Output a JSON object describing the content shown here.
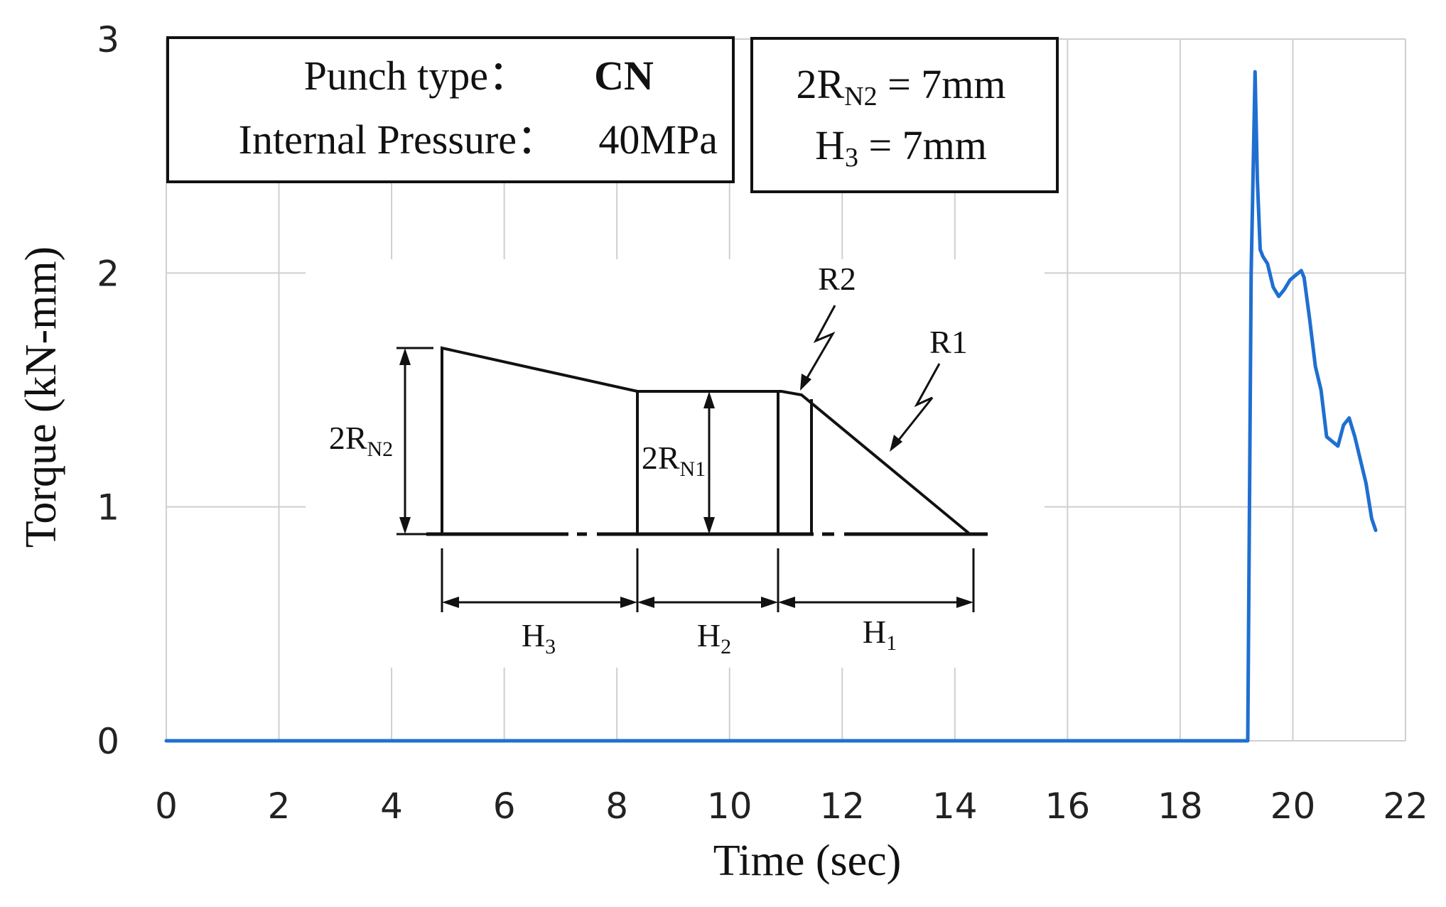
{
  "chart_data": {
    "type": "line",
    "title": "",
    "xlabel": "Time (sec)",
    "ylabel": "Torque (kN-mm)",
    "xlim": [
      0,
      22
    ],
    "ylim": [
      0,
      3
    ],
    "xticks": [
      "0",
      "2",
      "4",
      "6",
      "8",
      "10",
      "12",
      "14",
      "16",
      "18",
      "20",
      "22"
    ],
    "yticks": [
      "0",
      "1",
      "2",
      "3"
    ],
    "grid": true,
    "series": [
      {
        "color": "#1f6fd1",
        "x": [
          0,
          19.2,
          19.26,
          19.33,
          19.37,
          19.42,
          19.47,
          19.55,
          19.65,
          19.75,
          19.85,
          19.95,
          20.05,
          20.15,
          20.2,
          20.3,
          20.4,
          20.5,
          20.6,
          20.7,
          20.8,
          20.9,
          21.0,
          21.1,
          21.2,
          21.3,
          21.4,
          21.47
        ],
        "y": [
          0,
          0,
          2.0,
          2.86,
          2.4,
          2.1,
          2.07,
          2.04,
          1.94,
          1.9,
          1.93,
          1.97,
          1.99,
          2.01,
          1.98,
          1.8,
          1.6,
          1.5,
          1.3,
          1.28,
          1.26,
          1.35,
          1.38,
          1.3,
          1.2,
          1.1,
          0.95,
          0.9
        ]
      }
    ],
    "annotations": {
      "box1": {
        "line1_label": "Punch type：",
        "line1_value": "CN",
        "line2_label": "Internal Pressure：",
        "line2_value": "40MPa"
      },
      "box2": {
        "line1_a": "2R",
        "line1_sub": "N2",
        "line1_b": " = 7mm",
        "line2_a": "H",
        "line2_sub": "3",
        "line2_b": " = 7mm"
      },
      "inset": {
        "r2": "R2",
        "r1": "R1",
        "rn2_a": "2R",
        "rn2_sub": "N2",
        "rn1_a": "2R",
        "rn1_sub": "N1",
        "h3_a": "H",
        "h3_sub": "3",
        "h2_a": "H",
        "h2_sub": "2",
        "h1_a": "H",
        "h1_sub": "1"
      }
    }
  }
}
